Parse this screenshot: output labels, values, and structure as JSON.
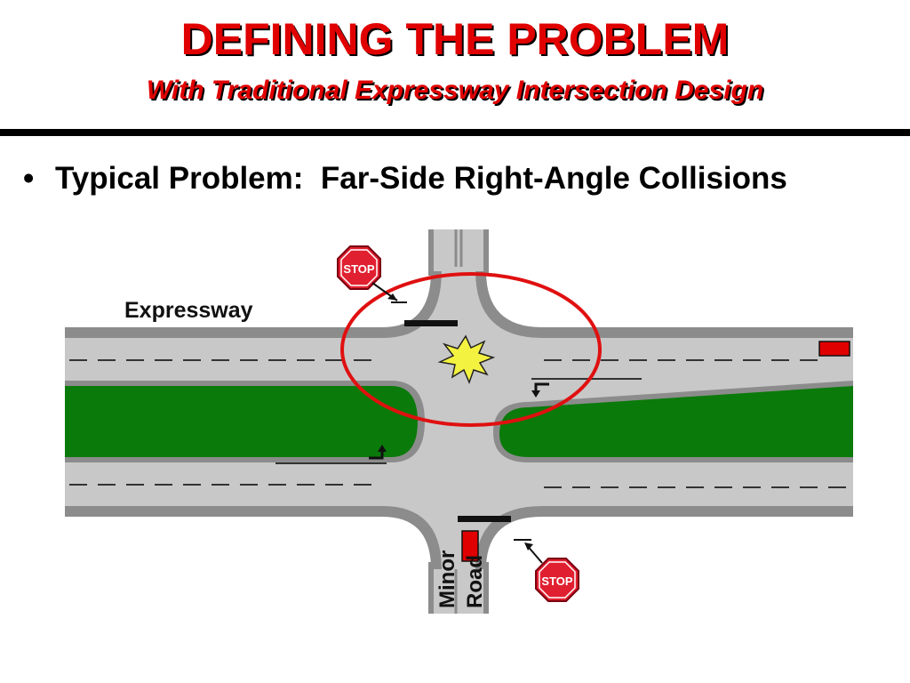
{
  "slide": {
    "title": "DEFINING THE PROBLEM",
    "subtitle": "With Traditional Expressway Intersection Design",
    "bullet_symbol": "•",
    "bullet_text": "Typical Problem:  Far-Side Right-Angle Collisions"
  },
  "diagram": {
    "expressway_label": "Expressway",
    "minor_road_label_line1": "Minor",
    "minor_road_label_line2": "Road",
    "stop_sign_top_text": "STOP",
    "stop_sign_bottom_text": "STOP"
  },
  "colors": {
    "title_red": "#e00000",
    "road_light": "#c8c8c8",
    "road_shoulder": "#8c8c8c",
    "median_green": "#0a7a0a",
    "highlight_circle": "#e01010",
    "crash_burst": "#f4f240",
    "vehicle_red": "#e00000",
    "stop_sign_red": "#e02030"
  }
}
